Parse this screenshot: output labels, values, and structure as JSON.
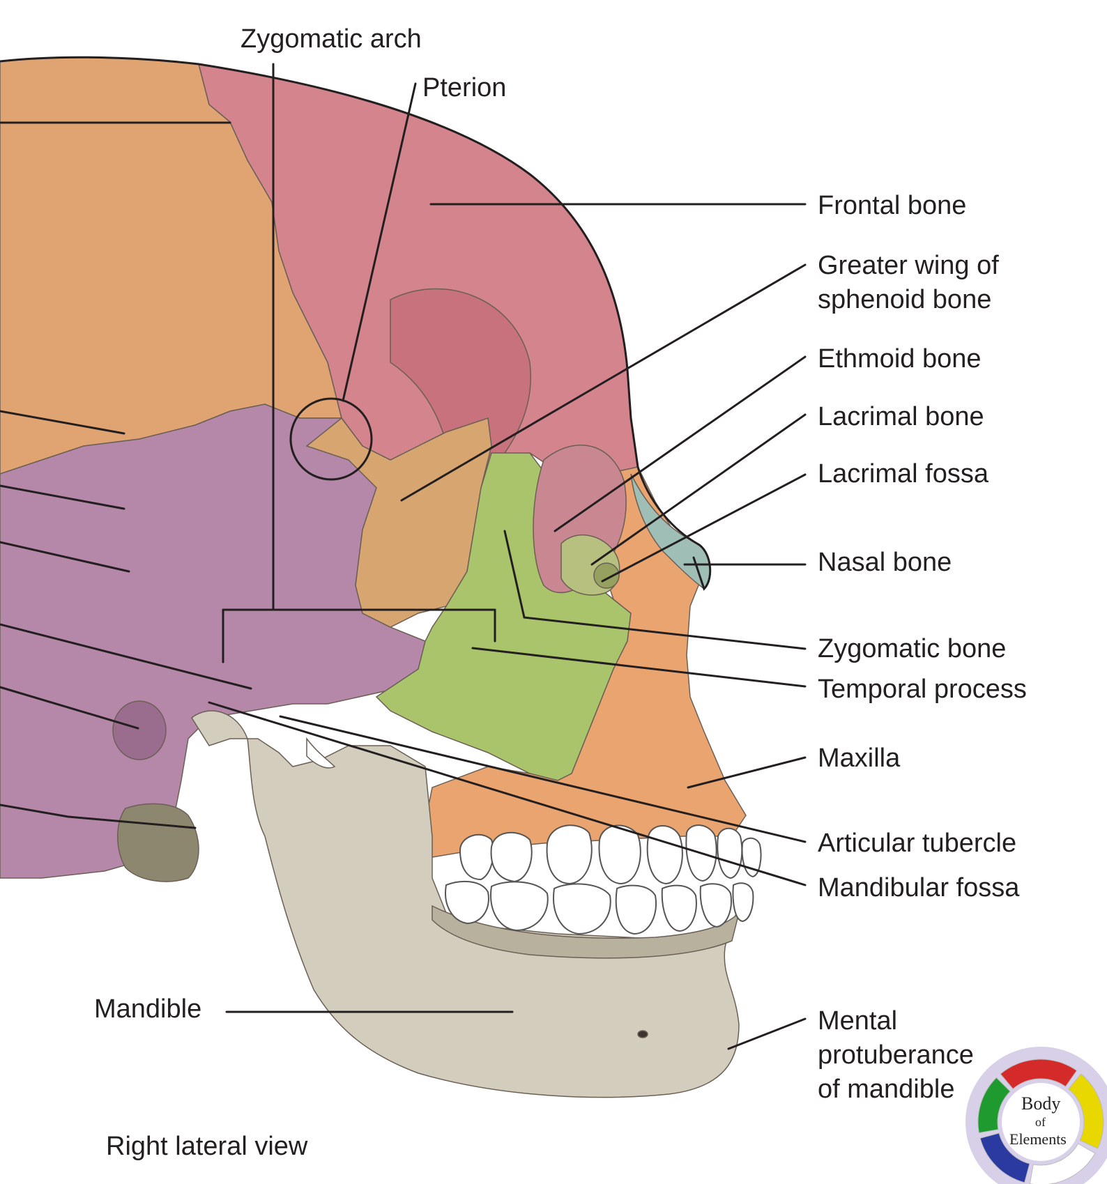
{
  "labels": {
    "zygomatic_arch": "Zygomatic arch",
    "pterion": "Pterion",
    "frontal_bone": "Frontal bone",
    "greater_wing_line1": "Greater wing of",
    "greater_wing_line2": "sphenoid bone",
    "ethmoid_bone": "Ethmoid bone",
    "lacrimal_bone": "Lacrimal bone",
    "lacrimal_fossa": "Lacrimal fossa",
    "nasal_bone": "Nasal bone",
    "zygomatic_bone": "Zygomatic bone",
    "temporal_process": "Temporal process",
    "maxilla": "Maxilla",
    "articular_tubercle": "Articular tubercle",
    "mandibular_fossa": "Mandibular fossa",
    "mental_line1": "Mental",
    "mental_line2": "protuberance",
    "mental_line3": "of mandible",
    "mandible": "Mandible",
    "view": "Right lateral view"
  },
  "logo": {
    "line1": "Body",
    "line2": "of",
    "line3": "Elements",
    "ring_colors": [
      "#d42a2a",
      "#e8d800",
      "#ffffff",
      "#2a3aa0",
      "#1e9a2e"
    ]
  },
  "bone_colors": {
    "parietal": "#e0a372",
    "frontal": "#d4848d",
    "temporal": "#b587a8",
    "sphenoid": "#d6a570",
    "zygomatic": "#a9c46a",
    "maxilla": "#e9a46f",
    "nasal": "#9fbfb6",
    "mandible": "#d3cdbd",
    "teeth": "#ffffff"
  }
}
